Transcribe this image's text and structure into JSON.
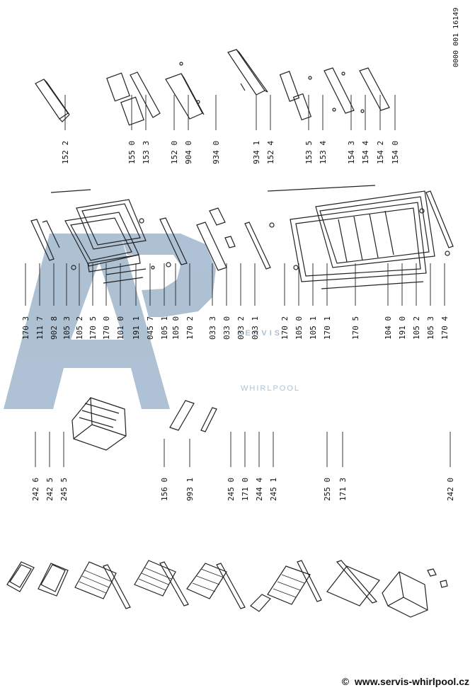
{
  "document": {
    "code": "0000 001  16149",
    "footer_copy": "©",
    "footer_url": "www.servis-whirlpool.cz"
  },
  "watermark": {
    "logo_text": "AP",
    "line1": "SERVIS",
    "line2": "WHIRLPOOL",
    "color": "#9bb2c9"
  },
  "labels": {
    "top": [
      "152 2",
      "155 0",
      "153 3",
      "152 0",
      "904 0",
      "934 0",
      "934 1",
      "152 4",
      "153 5",
      "153 4",
      "154 3",
      "154 4",
      "154 2",
      "154 0"
    ],
    "middle_left": [
      "170 3",
      "111 7",
      "902 8",
      "105 3",
      "105 2",
      "170 5",
      "170 0",
      "101 0",
      "191 1",
      "045 7",
      "105 1",
      "105 0",
      "170 2"
    ],
    "middle_right": [
      "033 3",
      "033 0",
      "033 2",
      "033 1",
      "170 2",
      "105 0",
      "105 1",
      "170 1",
      "170 5",
      "104 0",
      "191 0",
      "105 2",
      "105 3",
      "170 4"
    ],
    "lower_mid": [
      "156 0",
      "993 1"
    ],
    "bottom": [
      "242 6",
      "242 5",
      "245 5",
      "245 0",
      "171 0",
      "244 4",
      "245 1",
      "255 0",
      "171 3",
      "242 0"
    ]
  }
}
